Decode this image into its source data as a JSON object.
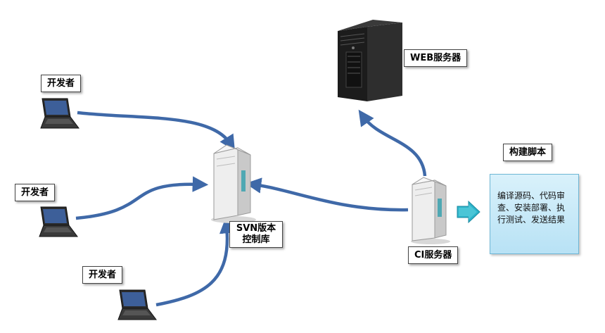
{
  "labels": {
    "dev_1": "开发者",
    "dev_2": "开发者",
    "dev_3": "开发者",
    "svn": "SVN版本控制库",
    "web": "WEB服务器",
    "ci": "CI服务器",
    "build_script": "构建脚本"
  },
  "build_script_text": "编译源码、代码审查、安装部署、执行测试、发送结果",
  "colors": {
    "arrow": "#3f69a8",
    "panel_fill": "#c6e9f8",
    "panel_border": "#6fb7d6",
    "small_arrow": "#2bb3c9"
  },
  "icons": [
    "laptop-icon",
    "server-icon",
    "tower-server-icon",
    "right-arrow-icon"
  ]
}
